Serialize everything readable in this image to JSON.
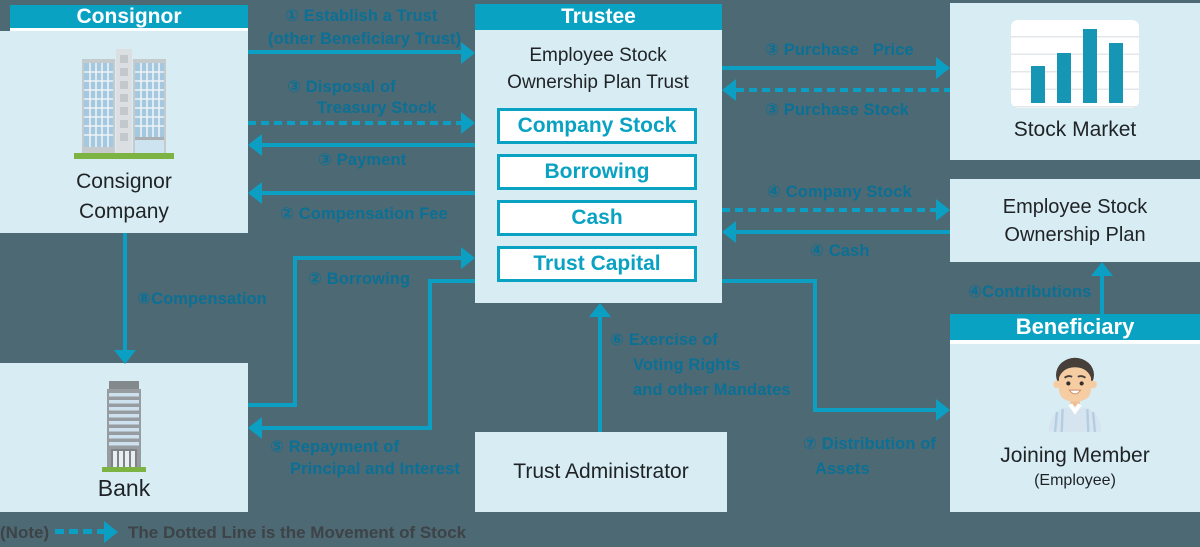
{
  "panels": {
    "consignor": {
      "header": "Consignor",
      "label": "Consignor Company"
    },
    "bank": {
      "label": "Bank"
    },
    "trustee": {
      "header": "Trustee",
      "title": "Employee Stock Ownership Plan Trust",
      "assets": [
        "Company Stock",
        "Borrowing",
        "Cash",
        "Trust Capital"
      ]
    },
    "stock_market": {
      "label": "Stock Market"
    },
    "esop": {
      "label": "Employee Stock Ownership Plan"
    },
    "beneficiary": {
      "header": "Beneficiary",
      "label": "Joining Member",
      "sublabel": "(Employee)"
    },
    "trust_admin": {
      "label": "Trust Administrator"
    }
  },
  "flows": {
    "establish": {
      "line1": "① Establish a Trust",
      "line2": "(other Beneficiary Trust)"
    },
    "disposal": {
      "line1": "③ Disposal of",
      "line2": "Treasury Stock"
    },
    "payment": {
      "label": "③ Payment"
    },
    "compensation_fee": {
      "label": "② Compensation Fee"
    },
    "purchase_price": {
      "label": "③ Purchase   Price"
    },
    "purchase_stock": {
      "label": "③ Purchase Stock"
    },
    "company_stock": {
      "label": "④ Company Stock"
    },
    "cash": {
      "label": "④ Cash"
    },
    "contributions": {
      "label": "④Contributions"
    },
    "compensation": {
      "label": "⑧Compensation"
    },
    "borrowing": {
      "label": "② Borrowing"
    },
    "repayment": {
      "line1": "⑤ Repayment of",
      "line2": "Principal and Interest"
    },
    "voting_rights": {
      "line1": "⑥ Exercise of",
      "line2": "Voting Rights",
      "line3": "and other Mandates"
    },
    "distribution": {
      "line1": "⑦ Distribution of",
      "line2": "Assets"
    }
  },
  "note": {
    "prefix": "(Note)",
    "text": "The Dotted Line is the Movement of Stock"
  },
  "colors": {
    "background": "#4d6973",
    "panel_light": "#d8ecf4",
    "teal_accent": "#0aa2c3",
    "flow_label": "#0b7095",
    "note_text": "#3d4347"
  }
}
